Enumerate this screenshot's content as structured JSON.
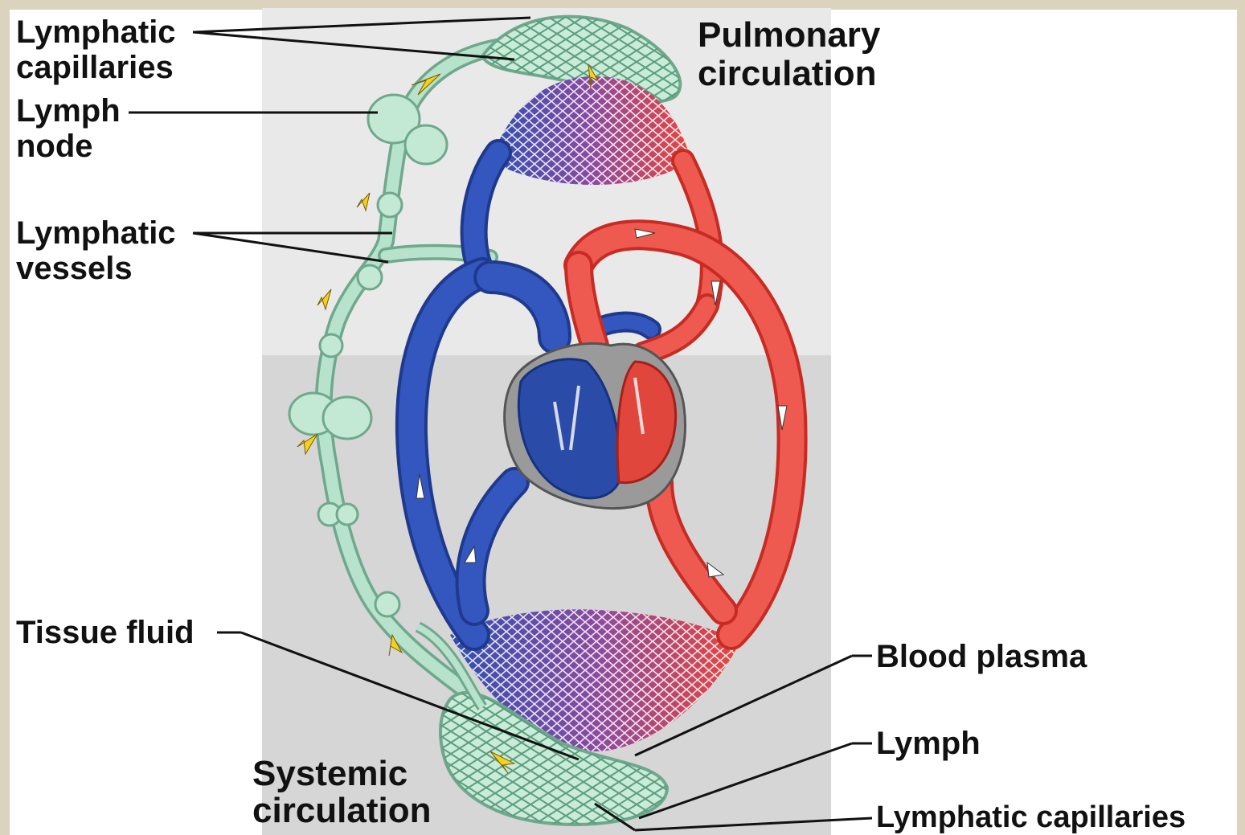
{
  "labels": {
    "lymphatic_capillaries_top": [
      "Lymphatic",
      "capillaries"
    ],
    "lymph_node": [
      "Lymph",
      "node"
    ],
    "lymphatic_vessels": [
      "Lymphatic",
      "vessels"
    ],
    "tissue_fluid": "Tissue fluid",
    "pulmonary_circulation": [
      "Pulmonary",
      "circulation"
    ],
    "systemic_circulation": [
      "Systemic",
      "circulation"
    ],
    "blood_plasma": "Blood plasma",
    "lymph": "Lymph",
    "lymphatic_capillaries_bottom": "Lymphatic capillaries"
  },
  "colors": {
    "frame": "#dcd3bf",
    "panel_top": "#e9e9e9",
    "panel_bottom": "#d6d6d6",
    "artery": "#e8453c",
    "vein": "#2f4fb0",
    "capillary_bed": "#8a4aa0",
    "lymph": "#a9d8bf",
    "lymph_outline": "#6fa88c",
    "flow_arrow": "#f4d21c",
    "leader_line": "#111111"
  }
}
